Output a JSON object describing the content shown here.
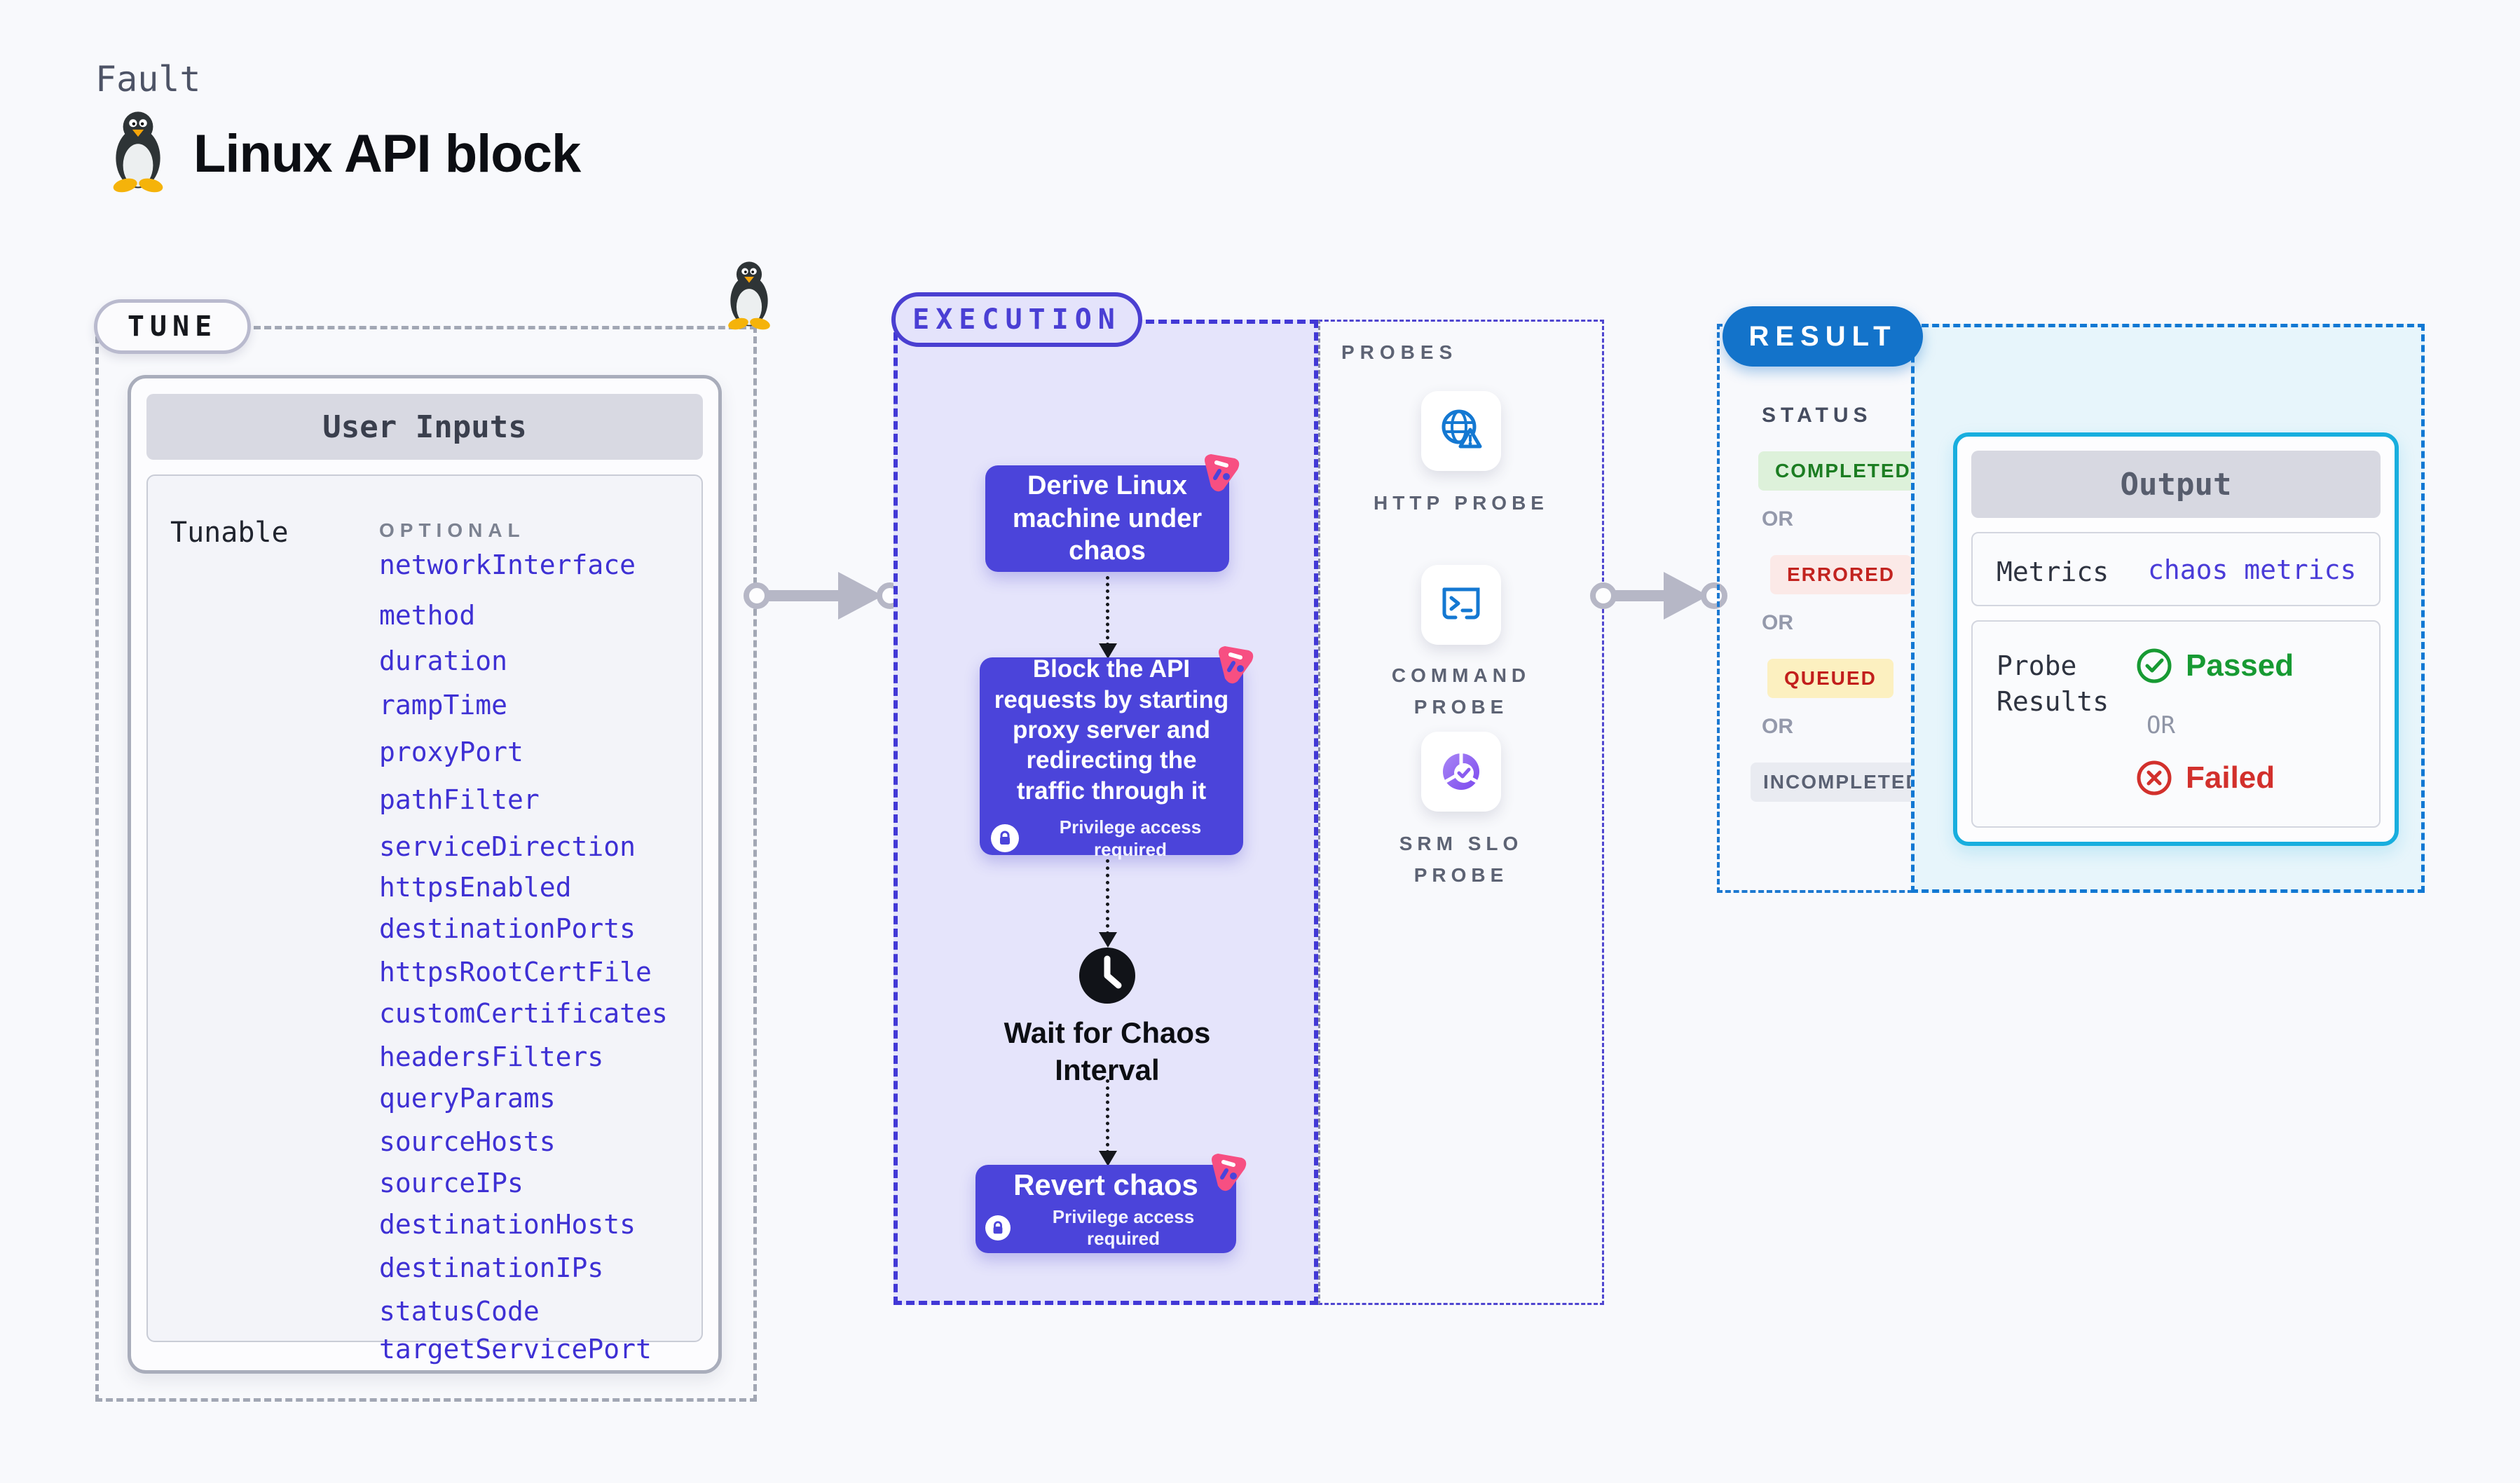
{
  "header": {
    "fault_label": "Fault",
    "title": "Linux API block"
  },
  "tune": {
    "pill_label": "TUNE",
    "card_title": "User Inputs",
    "row_label": "Tunable",
    "column_label": "OPTIONAL",
    "params": [
      "networkInterface",
      "method",
      "duration",
      "rampTime",
      "proxyPort",
      "pathFilter",
      "serviceDirection",
      "httpsEnabled",
      "destinationPorts",
      "httpsRootCertFile",
      "customCertificates",
      "headersFilters",
      "queryParams",
      "sourceHosts",
      "sourceIPs",
      "destinationHosts",
      "destinationIPs",
      "statusCode",
      "targetServicePort"
    ]
  },
  "execution": {
    "pill_label": "EXECUTION",
    "derive_node": "Derive Linux machine under chaos",
    "block_node": "Block the API requests by starting proxy server and redirecting the traffic through it",
    "wait_node": "Wait for Chaos Interval",
    "revert_node": "Revert chaos",
    "privilege_note": "Privilege access required"
  },
  "probes": {
    "section_label": "PROBES",
    "items": [
      {
        "label": "HTTP PROBE",
        "icon": "globe-warning-icon"
      },
      {
        "label": "COMMAND PROBE",
        "icon": "terminal-icon"
      },
      {
        "label": "SRM SLO PROBE",
        "icon": "slo-donut-check-icon"
      }
    ]
  },
  "result": {
    "pill_label": "RESULT",
    "status_label": "STATUS",
    "or_label": "OR",
    "statuses": [
      "COMPLETED",
      "ERRORED",
      "QUEUED",
      "INCOMPLETED"
    ],
    "output": {
      "title": "Output",
      "metrics_label": "Metrics",
      "metrics_value": "chaos metrics",
      "probe_results_label": "Probe Results",
      "passed_label": "Passed",
      "failed_label": "Failed"
    }
  },
  "colors": {
    "node_indigo": "#4b44da",
    "execution_bg": "#e5e4fb",
    "param_link_blue": "#3e30d4",
    "result_blue": "#1373ca",
    "output_border_cyan": "#18aede",
    "completed_green": "#1c7d22",
    "errored_red": "#c2231f",
    "queued_yellow_bg": "#fcf0c0",
    "passed_green": "#179a33",
    "failed_red": "#d2302c",
    "chaos_pink": "#f74f82",
    "probe_icon_blue": "#1478d2"
  }
}
